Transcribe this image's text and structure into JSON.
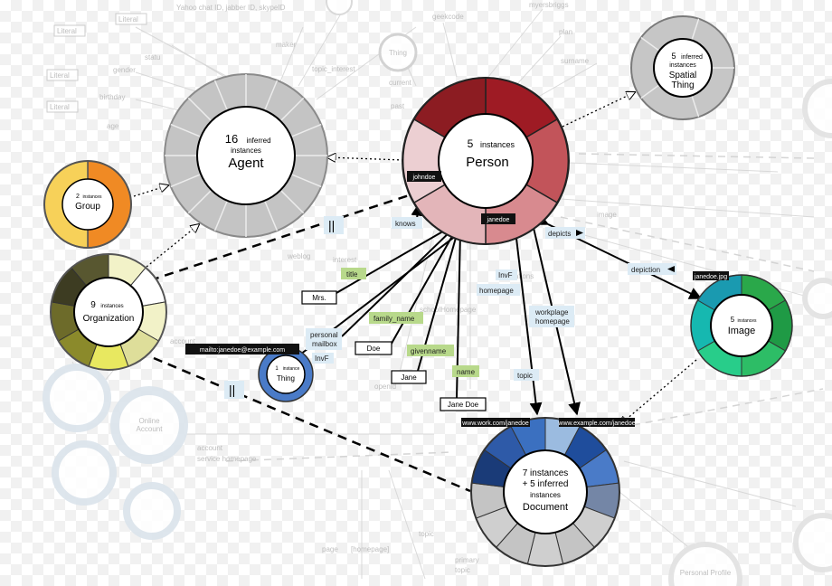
{
  "nodes": {
    "agent": {
      "count": "16",
      "line1": "inferred",
      "line2": "instances",
      "title": "Agent"
    },
    "person": {
      "count": "5",
      "line1": "instances",
      "title": "Person"
    },
    "spatial": {
      "count": "5",
      "line1": "inferred",
      "line2": "instances",
      "title1": "Spatial",
      "title2": "Thing"
    },
    "group": {
      "count": "2",
      "line1": "instances",
      "title": "Group"
    },
    "organization": {
      "count": "9",
      "line1": "instances",
      "title": "Organization"
    },
    "image": {
      "count": "5",
      "line1": "instances",
      "title": "Image"
    },
    "thing": {
      "count": "1",
      "line1": "instance",
      "title": "Thing"
    },
    "document": {
      "line1": "7 instances",
      "line2": "+ 5 inferred",
      "line3": "instances",
      "title": "Document"
    }
  },
  "dark_tags": {
    "johndoe": "johndoe",
    "janedoe": "janedoe",
    "mailto": "mailto:janedoe@example.com",
    "work_url": "www.work.com/janedoe",
    "example_url": "www.example.com/janedoe",
    "janedoe_jpg": "janedoe.jpg"
  },
  "edge_labels": {
    "knows": "knows",
    "personal_mailbox_1": "personal",
    "personal_mailbox_2": "mailbox",
    "invf_1": "InvF",
    "invf_2": "InvF",
    "homepage": "homepage",
    "workplage_1": "workplage",
    "workplage_2": "homepage",
    "topic": "topic",
    "depicts": "depicts",
    "depiction": "depiction",
    "equiv": "||"
  },
  "property_labels": {
    "title": "title",
    "family_name": "family_name",
    "givenname": "givenname",
    "name": "name"
  },
  "values": {
    "mrs": "Mrs.",
    "doe": "Doe",
    "jane": "Jane",
    "jane_doe": "Jane Doe"
  },
  "background_labels": {
    "literal_1": "Literal",
    "literal_2": "Literal",
    "literal_3": "Literal",
    "literal_4": "Literal",
    "gender": "gender",
    "birthday": "birthday",
    "age": "age",
    "chat_ids": "Yahoo chat ID, jabber ID, skypeID",
    "maker": "maker",
    "status": "statu",
    "topic_interest": "topic_interest",
    "current_project": "current",
    "past_project": "past",
    "geekcode": "geekcode",
    "myers": "myersbriggs",
    "plan": "plan",
    "surname": "surname",
    "thing_bg": "Thing",
    "weblog": "weblog",
    "interest": "interest",
    "publications": "publications",
    "schoolhomepage": "schoolHomepage",
    "openid": "openid",
    "account": "account",
    "account_service": "account",
    "service_homepage": "service homepage",
    "online_account": "Online Account",
    "page": "page",
    "homepage_bg": "[homepage]",
    "topic_bg": "topic",
    "primary_topic": "primary",
    "topic_bg2": "topic",
    "image_bg": "image",
    "personal_profile": "Personal Profile"
  },
  "colors": {
    "person_dark": "#8e1c22",
    "person_mid": "#c55a5e",
    "person_light": "#e6c2c5",
    "agent_gray": "#c4c4c4",
    "group_yellow": "#f7d159",
    "group_orange": "#f08a24",
    "org_olive": "#8b8a2b",
    "document_blue": "#1e4f9c",
    "image_teal": "#1a9ab0",
    "image_green": "#2aa84a",
    "edge_label_bg": "#dcebf5",
    "prop_label_bg": "#b8d98b"
  }
}
